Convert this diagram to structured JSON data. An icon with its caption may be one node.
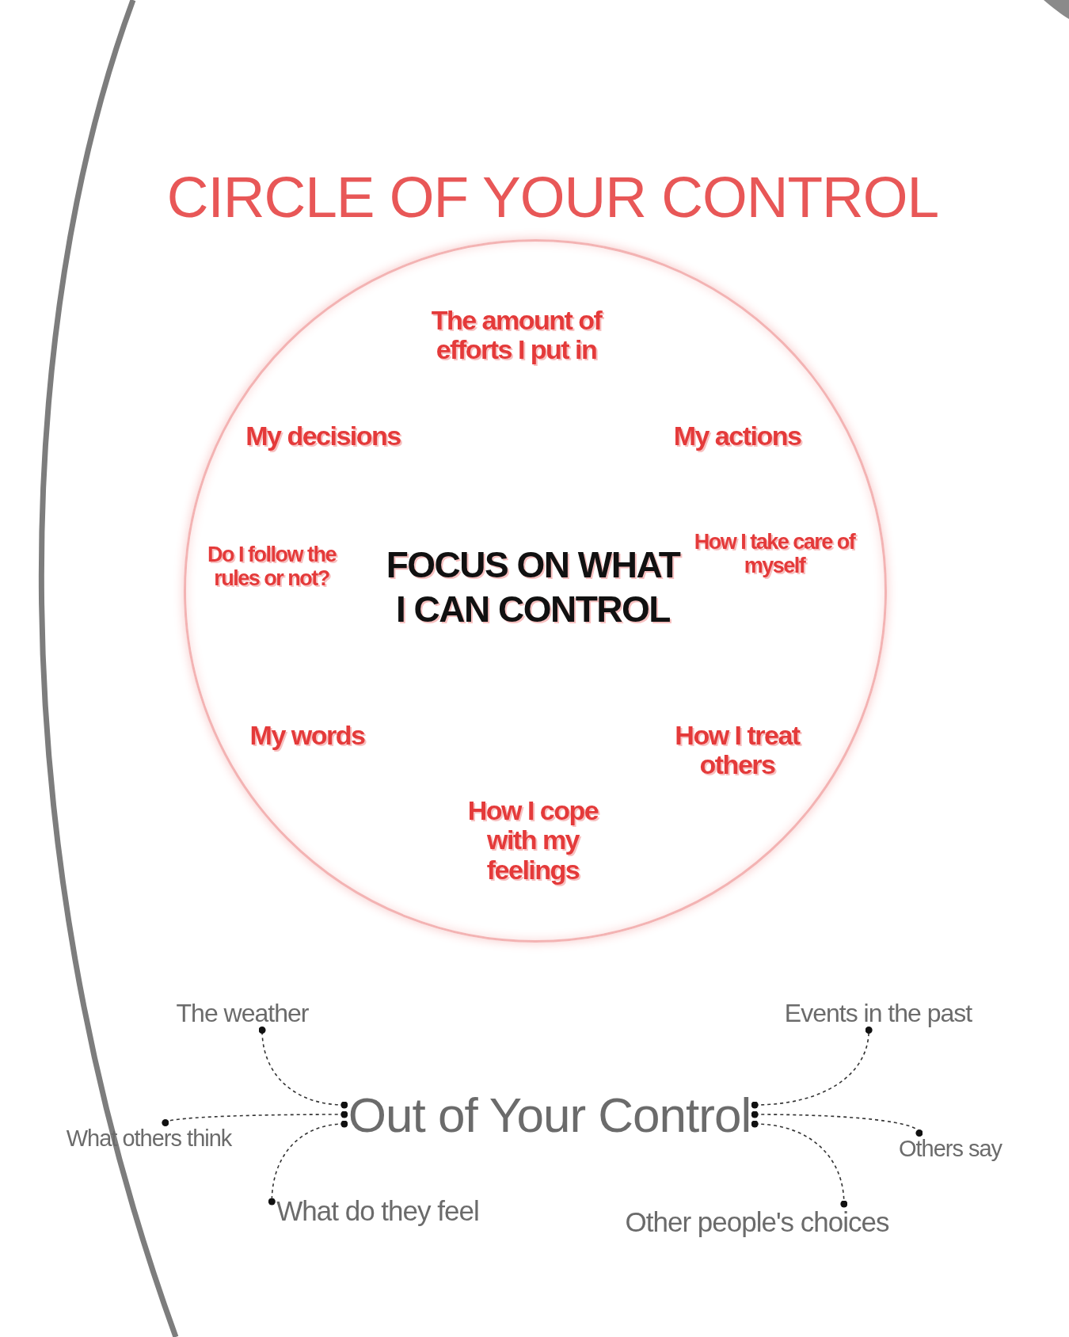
{
  "diagram": {
    "title": "CIRCLE OF YOUR CONTROL",
    "nodes": [
      {
        "text": [
          "FOCUS ON WHAT I CAN CONTROL"
        ]
      },
      {
        "text": [
          "Out of Your Control"
        ]
      },
      {
        "text": [
          "The weather"
        ]
      },
      {
        "text": [
          "Events in the past"
        ]
      },
      {
        "text": [
          "What others think"
        ]
      },
      {
        "text": [
          "Others say"
        ]
      },
      {
        "text": [
          "What do they feel"
        ]
      },
      {
        "text": [
          "Other people's choices"
        ]
      }
    ],
    "edges": [
      {
        "from": 1,
        "to": 2,
        "arrow": "other",
        "style": "dashed"
      },
      {
        "from": 1,
        "to": 3,
        "arrow": "other",
        "style": "dashed"
      },
      {
        "from": 1,
        "to": 4,
        "arrow": "other",
        "style": "dashed"
      },
      {
        "from": 1,
        "to": 5,
        "arrow": "other",
        "style": "dashed"
      },
      {
        "from": 1,
        "to": 6,
        "arrow": "other",
        "style": "dashed"
      },
      {
        "from": 1,
        "to": 7,
        "arrow": "other",
        "style": "dashed"
      }
    ],
    "labels": [
      "The amount of efforts I put in",
      "My decisions",
      "My actions",
      "Do I follow the rules or not?",
      "How I take care of myself",
      "My words",
      "How I treat others",
      "How I cope with my feelings"
    ]
  }
}
